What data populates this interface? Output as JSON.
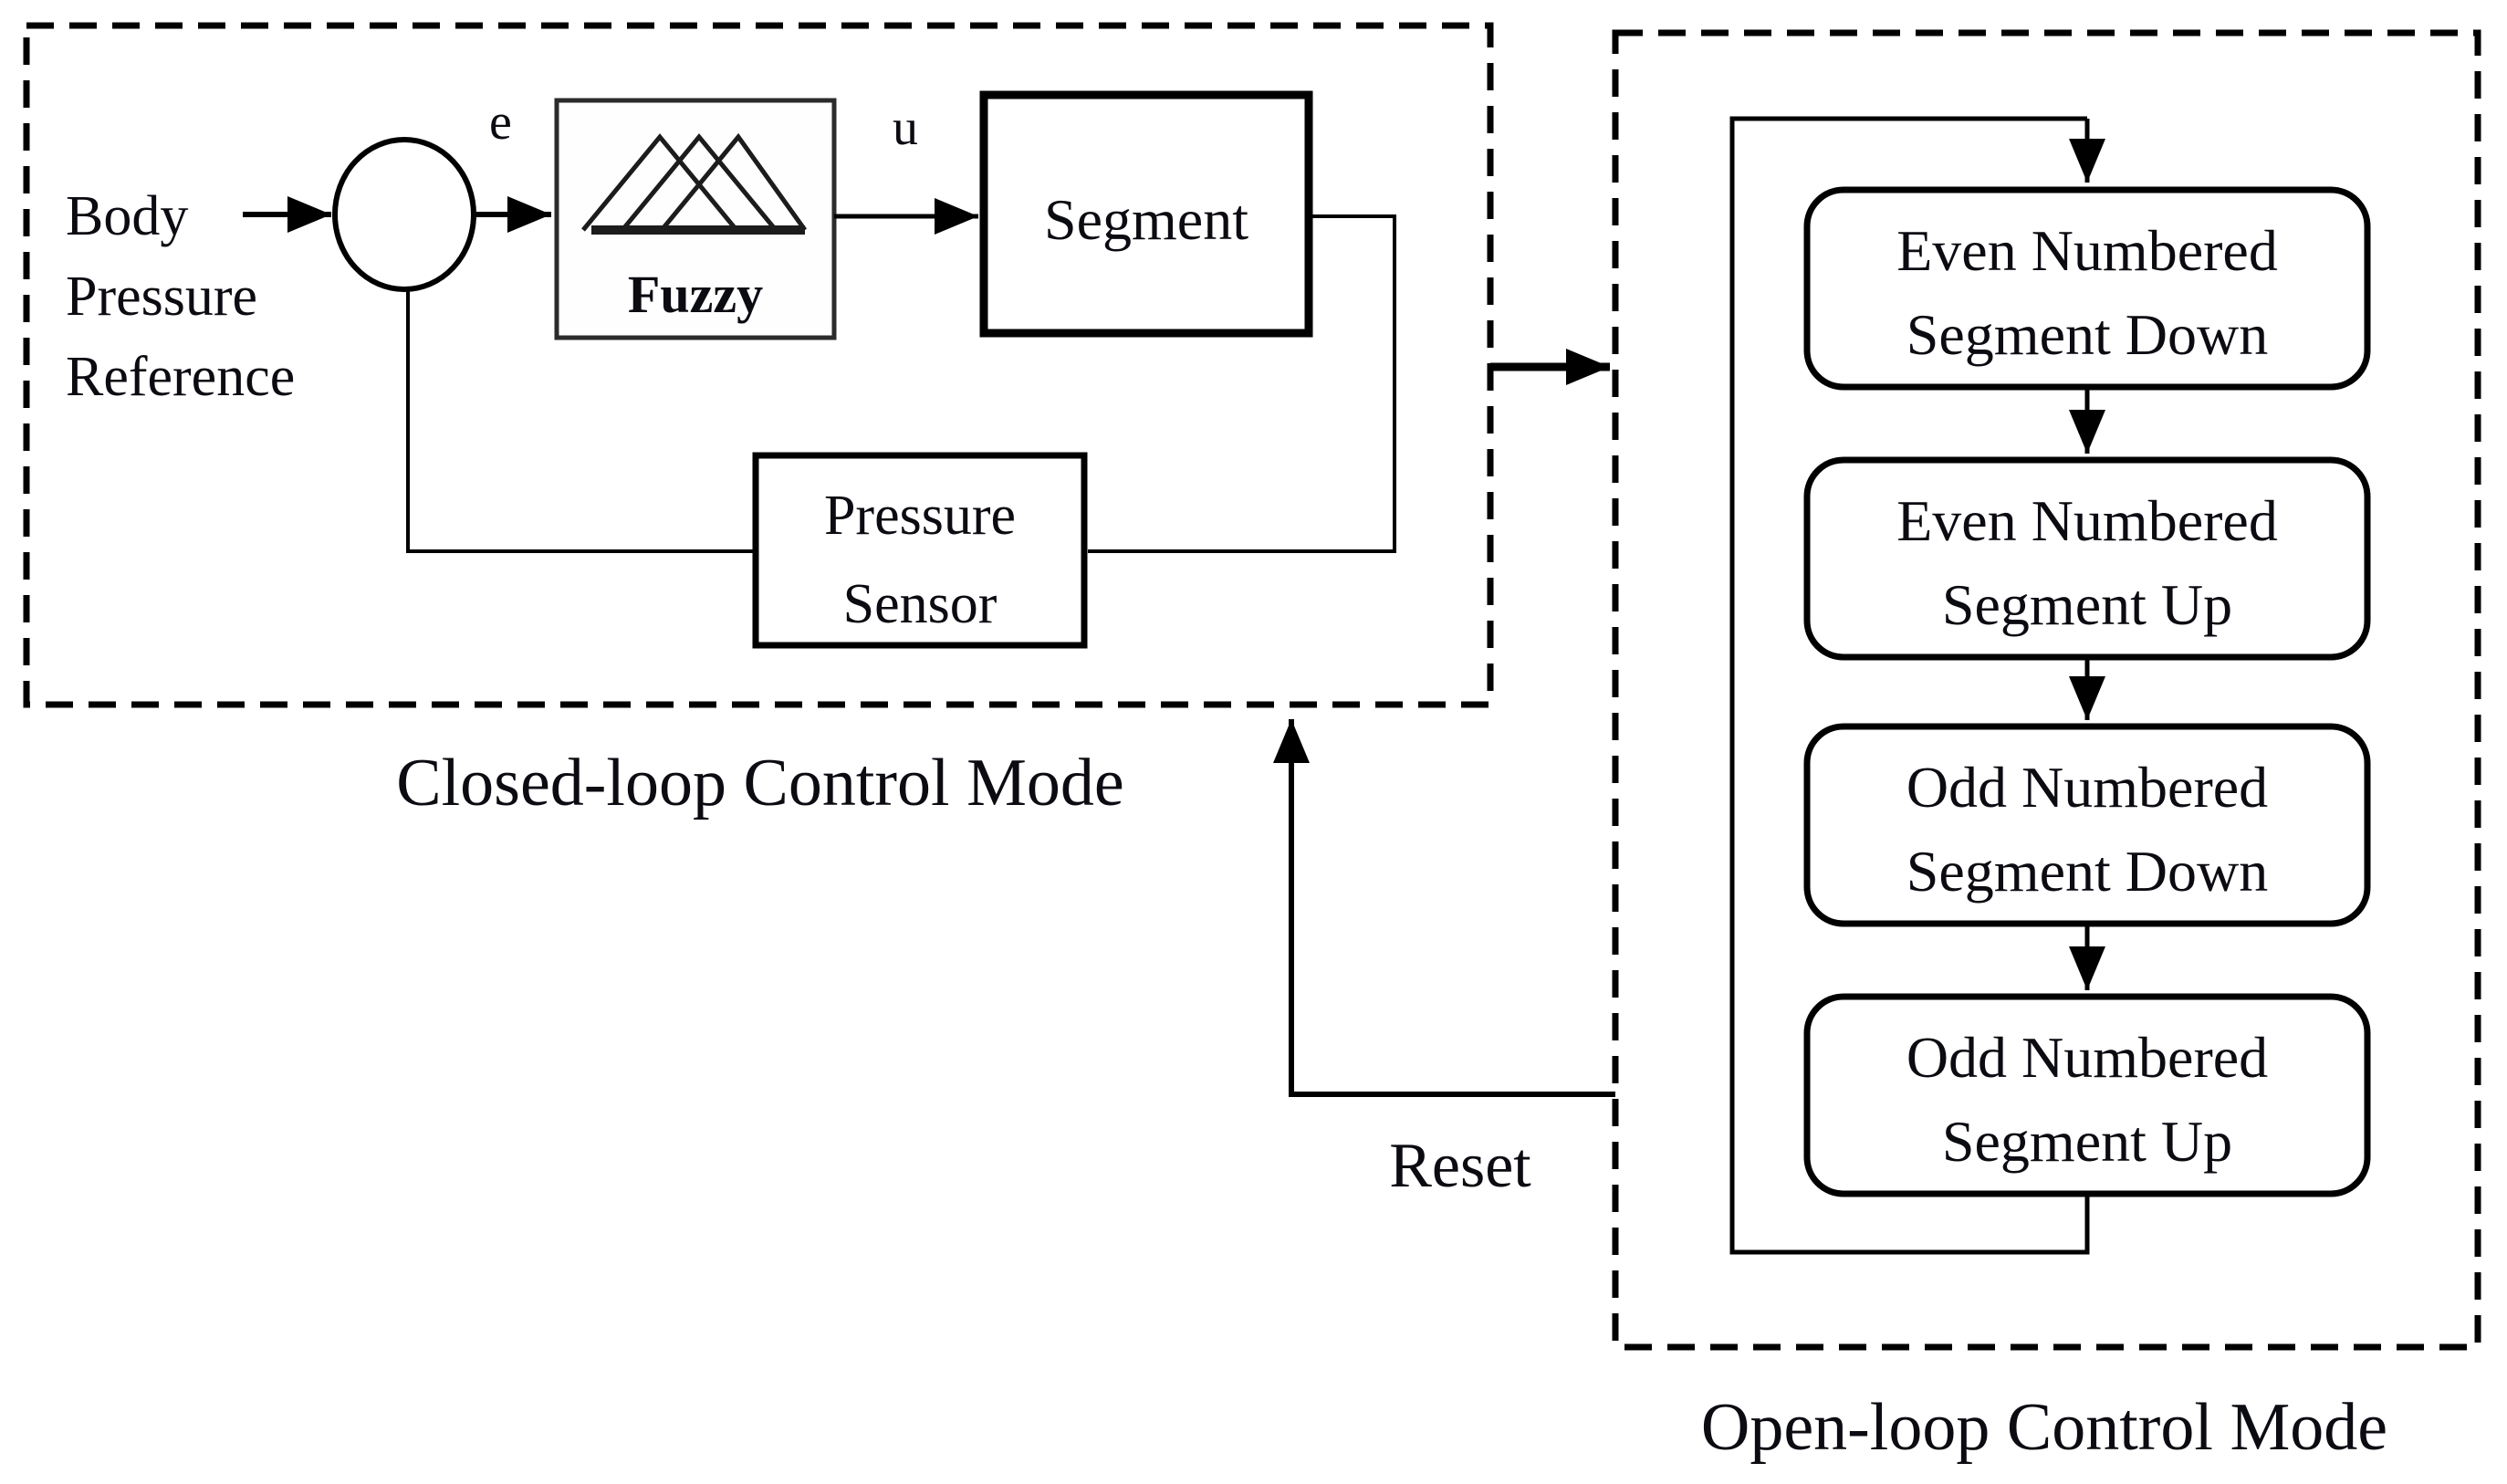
{
  "closed_loop": {
    "label": "Closed-loop Control Mode",
    "input_lines": [
      "Body",
      "Pressure",
      "Reference"
    ],
    "signals": {
      "error": "e",
      "control": "u"
    },
    "fuzzy": {
      "caption": "Fuzzy"
    },
    "segment": {
      "label": "Segment"
    },
    "sensor": {
      "line1": "Pressure",
      "line2": "Sensor"
    }
  },
  "open_loop": {
    "label": "Open-loop Control Mode",
    "steps": [
      {
        "line1": "Even Numbered",
        "line2": "Segment Down"
      },
      {
        "line1": "Even Numbered",
        "line2": "Segment Up"
      },
      {
        "line1": "Odd Numbered",
        "line2": "Segment Down"
      },
      {
        "line1": "Odd Numbered",
        "line2": "Segment Up"
      }
    ]
  },
  "reset": {
    "label": "Reset"
  },
  "colors": {
    "ink": "#000000",
    "text": "#0b0b12",
    "background": "#ffffff"
  }
}
